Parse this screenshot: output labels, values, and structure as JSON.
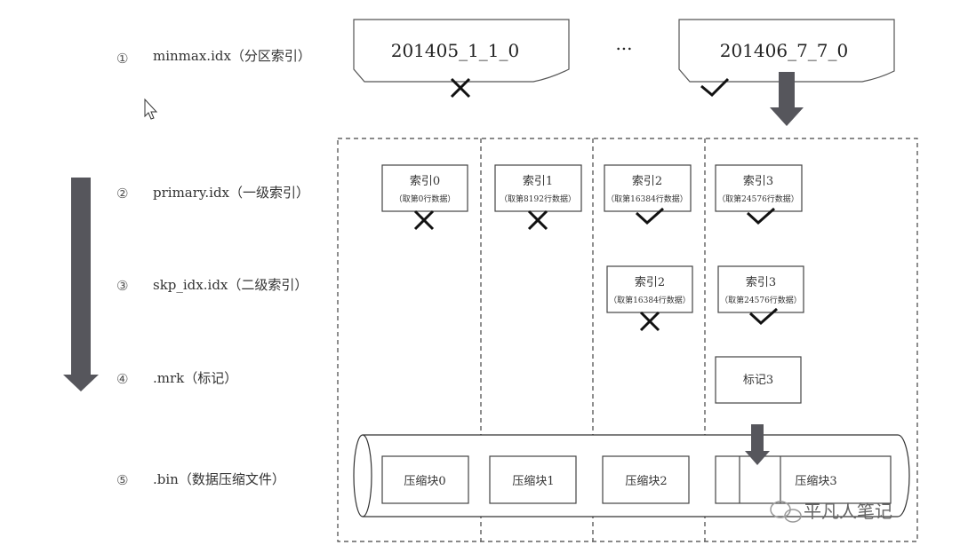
{
  "rows": [
    {
      "num": "①",
      "label": "minmax.idx（分区索引）"
    },
    {
      "num": "②",
      "label": "primary.idx（一级索引）"
    },
    {
      "num": "③",
      "label": "skp_idx.idx（二级索引）"
    },
    {
      "num": "④",
      "label": ".mrk（标记）"
    },
    {
      "num": "⑤",
      "label": ".bin（数据压缩文件）"
    }
  ],
  "partitions": {
    "left": "201405_1_1_0",
    "ellipsis": "...",
    "right": "201406_7_7_0"
  },
  "primary": [
    {
      "title": "索引0",
      "sub": "（取第0行数据）"
    },
    {
      "title": "索引1",
      "sub": "（取第8192行数据）"
    },
    {
      "title": "索引2",
      "sub": "（取第16384行数据）"
    },
    {
      "title": "索引3",
      "sub": "（取第24576行数据）"
    }
  ],
  "skip": [
    {
      "title": "索引2",
      "sub": "（取第16384行数据）"
    },
    {
      "title": "索引3",
      "sub": "（取第24576行数据）"
    }
  ],
  "mark": {
    "title": "标记3"
  },
  "blocks": [
    "压缩块0",
    "压缩块1",
    "压缩块2",
    "压缩块3"
  ],
  "watermark": "平凡人笔记"
}
